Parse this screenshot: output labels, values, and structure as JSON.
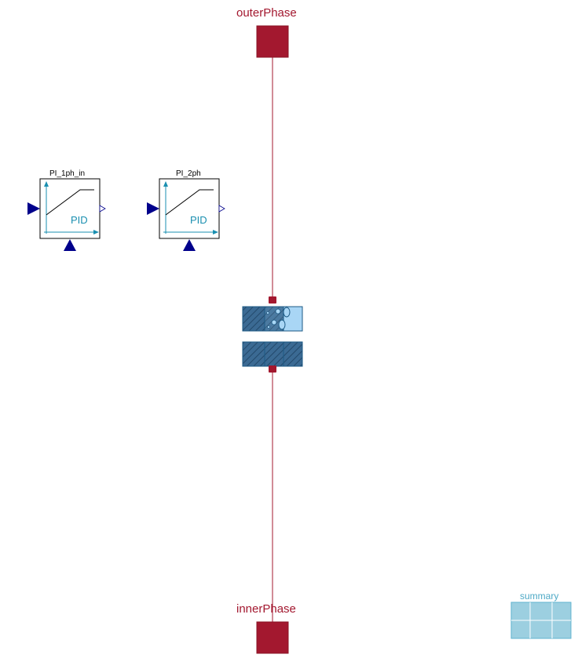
{
  "ports": {
    "outer": {
      "label": "outerPhase"
    },
    "inner": {
      "label": "innerPhase"
    }
  },
  "controllers": [
    {
      "name": "PI_1ph_in",
      "block_text": "PID"
    },
    {
      "name": "PI_2ph",
      "block_text": "PID"
    }
  ],
  "summary": {
    "label": "summary"
  },
  "colors": {
    "port": "#a3182f",
    "connection": "#a3182f",
    "controller_arrow": "#00008b",
    "controller_axis": "#1a8fb0",
    "heat_transfer_fill": "#3b6a93",
    "fluid_fill": "#a9d6f5",
    "summary_fill": "#9ccfe0"
  }
}
